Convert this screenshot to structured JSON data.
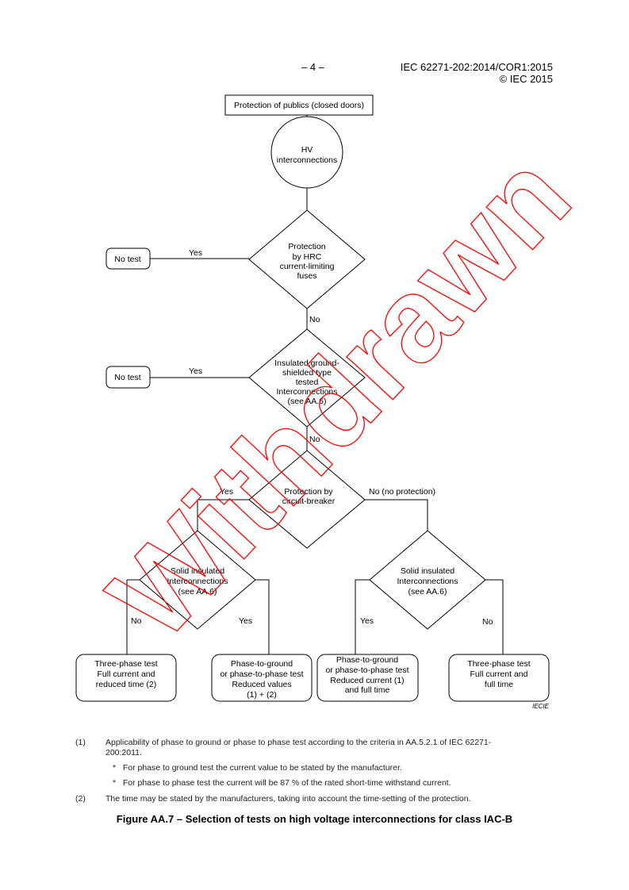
{
  "header": {
    "page": "– 4 –",
    "doc_id": "IEC 62271-202:2014/COR1:2015",
    "copyright": "© IEC 2015"
  },
  "diagram": {
    "title_box": "Protection of publics (closed doors)",
    "start": [
      "HV",
      "interconnections"
    ],
    "d1": [
      "Protection",
      "by HRC",
      "current-limiting",
      "fuses"
    ],
    "d2": [
      "Insulated,ground-",
      "shielded type",
      "tested",
      "Interconnections",
      "(see AA.6)"
    ],
    "d3": [
      "Protection by",
      "circuit-breaker"
    ],
    "d4": [
      "Solid insulated",
      "Interconnections",
      "(see AA.6)"
    ],
    "d5": [
      "Solid insulated",
      "Interconnections",
      "(see AA.6)"
    ],
    "no_test": "No test",
    "yes": "Yes",
    "no": "No",
    "no_protection": "No (no protection)",
    "box1": [
      "Three-phase test",
      "Full current and",
      "reduced time (2)"
    ],
    "box2": [
      "Phase-to-ground",
      "or phase-to-phase test",
      "Reduced values",
      "(1) + (2)"
    ],
    "box3": [
      "Phase-to-ground",
      "or phase-to-phase test",
      "Reduced current (1)",
      "and full time"
    ],
    "box4": [
      "Three-phase test",
      "Full current and",
      "full time"
    ],
    "source": "IECIE"
  },
  "watermark": "Withdrawn",
  "footnotes": {
    "n1_label": "(1)",
    "n1": "Applicability of phase to ground or phase to phase test according to the criteria in AA.5.2.1 of IEC 62271-",
    "n1b": "200:2011.",
    "b1": "*   For phase to ground test the current value to be stated by the manufacturer.",
    "b2": "*   For phase to phase test the current will be 87 % of the rated short-time withstand current.",
    "n2_label": "(2)",
    "n2": "The time may be stated by the manufacturers, taking into account the time-setting of the protection."
  },
  "caption": "Figure AA.7 – Selection of tests on high voltage interconnections for class IAC-B",
  "colors": {
    "watermark": "#ff0000"
  }
}
